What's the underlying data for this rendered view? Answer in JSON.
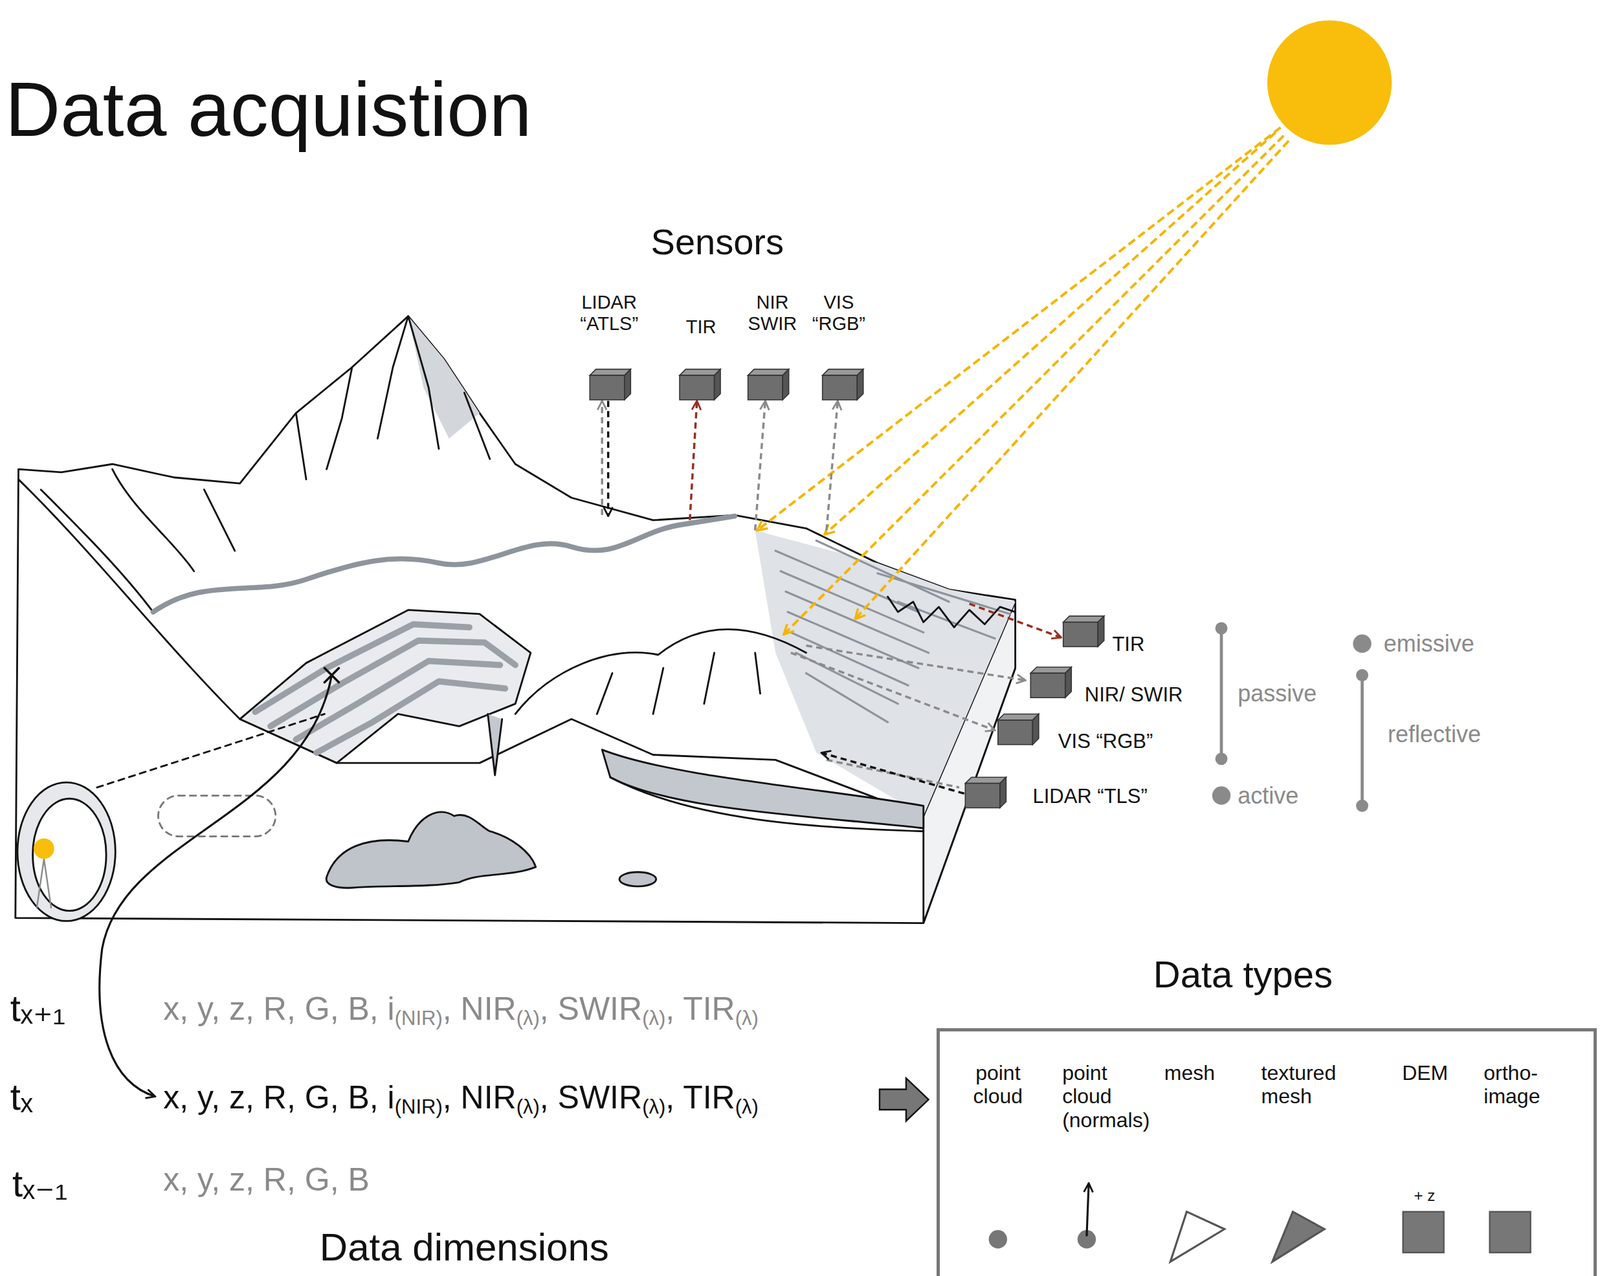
{
  "diagram": {
    "title": "Data acquistion",
    "nodes": [
      {
        "text": [
          "Data types"
        ]
      }
    ],
    "labels": [
      "Sensors",
      "LIDAR “ATLS”",
      "TIR",
      "NIR SWIR",
      "VIS “RGB”",
      "TIR",
      "NIR/ SWIR",
      "VIS “RGB”",
      "LIDAR “TLS”",
      "passive",
      "active",
      "emissive",
      "reflective",
      "tₓ₊₁",
      "x, y, z, R, G, B, i(NIR), NIR(λ), SWIR(λ), TIR(λ)",
      "tₓ",
      "x, y, z, R, G, B, i(NIR), NIR(λ), SWIR(λ), TIR(λ)",
      "tₓ₋₁",
      "x, y, z, R, G, B",
      "Data dimensions",
      "point cloud",
      "point cloud (normals)",
      "mesh",
      "textured mesh",
      "DEM",
      "ortho-image",
      "+ z"
    ]
  }
}
